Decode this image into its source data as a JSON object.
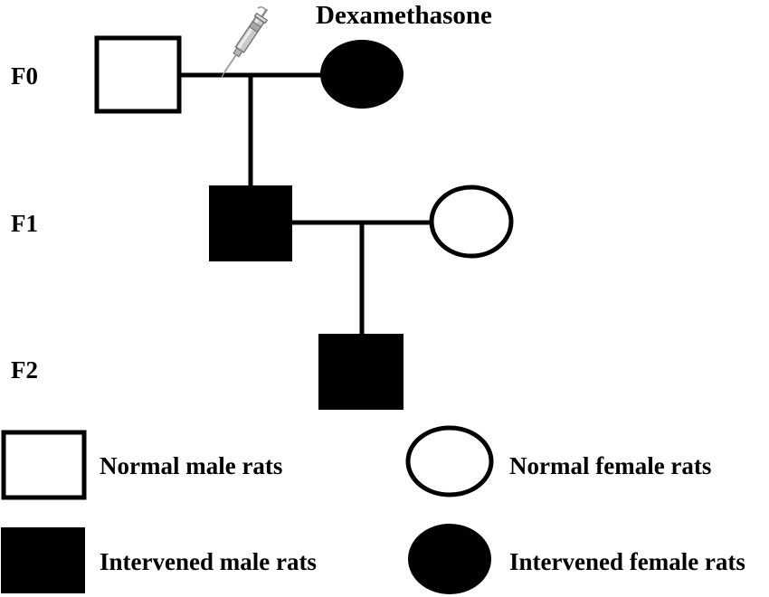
{
  "figure": {
    "title": "Pedigree of dexamethasone intervention across rat generations",
    "background_color": "#ffffff",
    "line_color": "#000000",
    "filled_color": "#000000",
    "open_color": "#ffffff"
  },
  "annotation": {
    "drug_label": "Dexamethasone",
    "icon": "syringe-icon",
    "icon_colors": {
      "barrel": "#c9c9c9",
      "barrel_shade": "#8a8a8a",
      "plunger": "#e2e2e2",
      "needle": "#9a9a9a",
      "outline": "#6e6e6e"
    }
  },
  "generations": [
    {
      "label": "F0",
      "individuals": [
        {
          "id": "f0-male",
          "sex": "male",
          "shape": "square",
          "status": "normal",
          "filled": false
        },
        {
          "id": "f0-female",
          "sex": "female",
          "shape": "ellipse",
          "status": "intervened",
          "filled": true
        }
      ]
    },
    {
      "label": "F1",
      "individuals": [
        {
          "id": "f1-male",
          "sex": "male",
          "shape": "square",
          "status": "intervened",
          "filled": true
        },
        {
          "id": "f1-female",
          "sex": "female",
          "shape": "ellipse",
          "status": "normal",
          "filled": false
        }
      ]
    },
    {
      "label": "F2",
      "individuals": [
        {
          "id": "f2-male",
          "sex": "male",
          "shape": "square",
          "status": "intervened",
          "filled": true
        }
      ]
    }
  ],
  "legend": {
    "items": [
      {
        "key": "normal-male",
        "label": "Normal male rats",
        "shape": "square",
        "filled": false
      },
      {
        "key": "normal-female",
        "label": "Normal female rats",
        "shape": "ellipse",
        "filled": false
      },
      {
        "key": "intervened-male",
        "label": "Intervened male rats",
        "shape": "square",
        "filled": true
      },
      {
        "key": "intervened-female",
        "label": "Intervened female rats",
        "shape": "ellipse",
        "filled": true
      }
    ]
  }
}
